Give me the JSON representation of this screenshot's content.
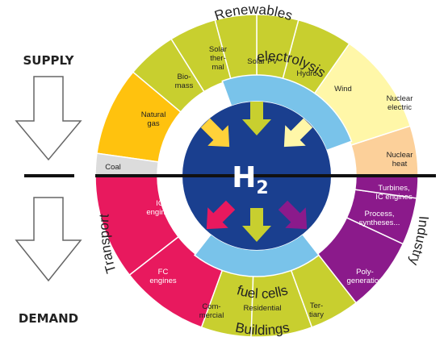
{
  "side": {
    "supply": "SUPPLY",
    "demand": "DEMAND"
  },
  "center": {
    "symbol": "H",
    "subscript": "2"
  },
  "arcs": {
    "renewables": "Renewables",
    "electrolysis": "electrolysis",
    "fuel_cells": "fuel cells",
    "transport": "Transport",
    "industry": "Industry",
    "buildings": "Buildings"
  },
  "segments": {
    "biomass": [
      "Bio-",
      "mass"
    ],
    "solar_thermal": [
      "Solar",
      "ther-",
      "mal"
    ],
    "solar_pv": "Solar PV",
    "hydro": "Hydro",
    "wind": "Wind",
    "natural_gas": [
      "Natural",
      "gas"
    ],
    "coal": "Coal",
    "nuclear_electric": [
      "Nuclear",
      "electric"
    ],
    "nuclear_heat": [
      "Nuclear",
      "heat"
    ],
    "ic_engines": [
      "IC",
      "engines"
    ],
    "fc_engines": [
      "FC",
      "engines"
    ],
    "turbines": [
      "Turbines,",
      "IC engines"
    ],
    "process": [
      "Process,",
      "syntheses..."
    ],
    "polygeneration": [
      "Poly-",
      "generation"
    ],
    "commercial": [
      "Com-",
      "mercial"
    ],
    "residential": "Residential",
    "tertiary": [
      "Ter-",
      "tiary"
    ]
  },
  "colors": {
    "olive": "#c8cf2f",
    "orange": "#ffc20e",
    "grey": "#dcdcdc",
    "cream": "#fff7a8",
    "peach": "#fcd09a",
    "magenta": "#e8195e",
    "purple": "#8b1a8b",
    "lightblue": "#79c3ea",
    "navy": "#1a3f8f",
    "arrow": "#c8cf2f",
    "arrow_yellow": "#ffd23a"
  }
}
